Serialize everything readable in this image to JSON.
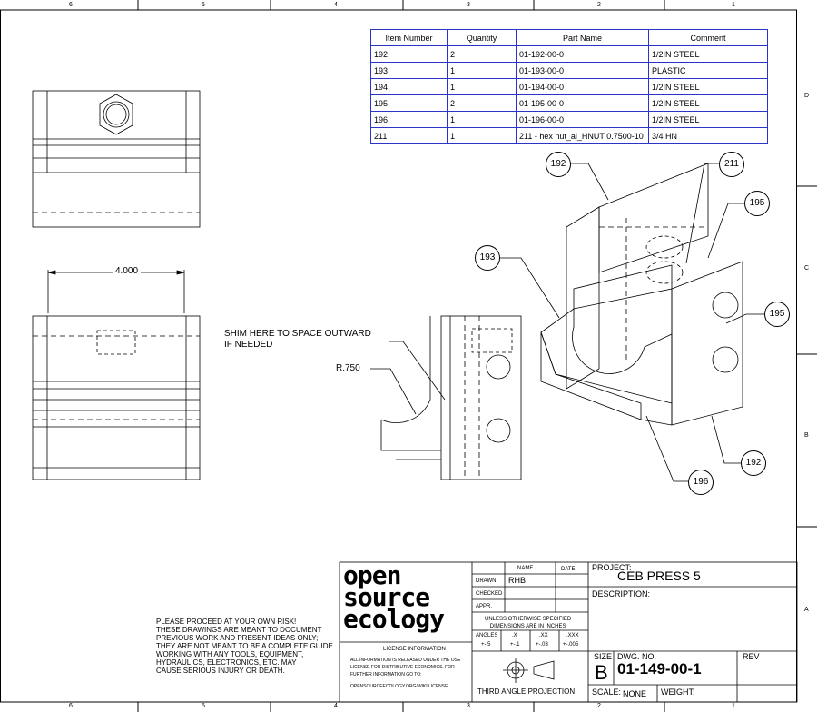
{
  "frame": {
    "top_zones": [
      "6",
      "5",
      "4",
      "3",
      "2",
      "1"
    ],
    "right_zones": [
      "D",
      "C",
      "B",
      "A"
    ]
  },
  "bom": {
    "headers": [
      "Item Number",
      "Quantity",
      "Part Name",
      "Comment"
    ],
    "rows": [
      [
        "192",
        "2",
        "01-192-00-0",
        "1/2IN STEEL"
      ],
      [
        "193",
        "1",
        "01-193-00-0",
        "PLASTIC"
      ],
      [
        "194",
        "1",
        "01-194-00-0",
        "1/2IN STEEL"
      ],
      [
        "195",
        "2",
        "01-195-00-0",
        "1/2IN STEEL"
      ],
      [
        "196",
        "1",
        "01-196-00-0",
        "1/2IN STEEL"
      ],
      [
        "211",
        "1",
        "211 - hex nut_ai_HNUT 0.7500-10",
        "3/4 HN"
      ]
    ]
  },
  "balloons": {
    "b192_top": "192",
    "b211": "211",
    "b195_top": "195",
    "b193": "193",
    "b195_mid": "195",
    "b192_bottom": "192",
    "b196": "196"
  },
  "annotations": {
    "dimension_width": "4.000",
    "shim_note": "SHIM HERE TO SPACE OUTWARD\nIF NEEDED",
    "radius": "R.750"
  },
  "disclaimer": "PLEASE PROCEED AT YOUR OWN RISK!\nTHESE DRAWINGS ARE MEANT TO DOCUMENT\nPREVIOUS WORK AND PRESENT IDEAS ONLY;\nTHEY ARE NOT MEANT TO BE A COMPLETE GUIDE.\nWORKING WITH ANY TOOLS, EQUIPMENT,\nHYDRAULICS, ELECTRONICS, ETC. MAY\nCAUSE SERIOUS INJURY OR DEATH.",
  "title_block": {
    "logo_line1": "open",
    "logo_line2": "source",
    "logo_line3": "ecology",
    "license_heading": "LICENSE INFORMATION",
    "license_text": "ALL INFORMATION IS RELEASED UNDER THE OSE LICENSE FOR DISTRIBUTIVE ECONOMICS. FOR FURTHER INFORMATION GO TO:",
    "license_url": "OPENSOURCEECOLOGY.ORG/WIKI/LICENSE",
    "name_label": "NAME",
    "date_label": "DATE",
    "drawn_label": "DRAWN",
    "drawn_value": "RHB",
    "checked_label": "CHECKED",
    "appr_label": "APPR.",
    "unless_note": "UNLESS OTHERWISE SPECIFIED\nDIMENSIONS ARE IN INCHES",
    "angles_label": "ANGLES",
    "angles_tol": "+-.5",
    "x_label": ".X",
    "x_tol": "+-.1",
    "xx_label": ".XX",
    "xx_tol": "+-.03",
    "xxx_label": ".XXX",
    "xxx_tol": "+-.005",
    "projection": "THIRD ANGLE PROJECTION",
    "project_label": "PROJECT:",
    "project_value": "CEB PRESS 5",
    "description_label": "DESCRIPTION:",
    "size_label": "SIZE",
    "size_value": "B",
    "dwg_label": "DWG. NO.",
    "dwg_value": "01-149-00-1",
    "rev_label": "REV",
    "scale_label": "SCALE:",
    "scale_value": "NONE",
    "weight_label": "WEIGHT:"
  }
}
